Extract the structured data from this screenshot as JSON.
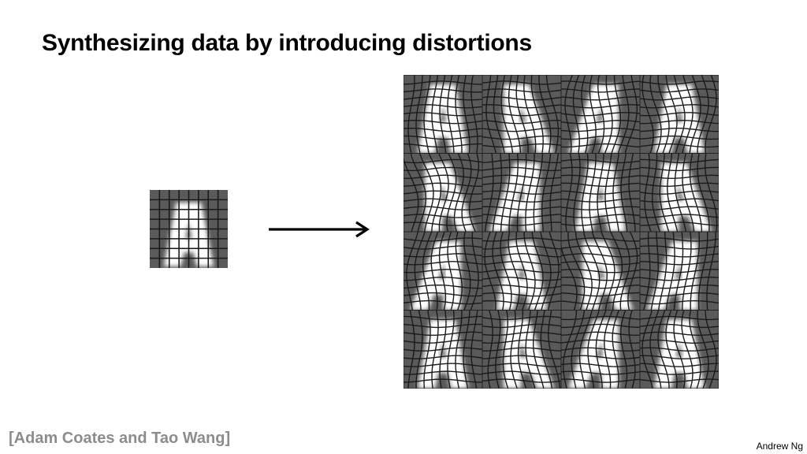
{
  "slide": {
    "title": "Synthesizing data by introducing distortions",
    "credit": "[Adam Coates and Tao Wang]",
    "author": "Andrew Ng"
  },
  "figure": {
    "original_letter": "A",
    "distorted_grid": {
      "rows": 4,
      "cols": 4
    },
    "colors": {
      "background": "#5a5a5a",
      "letter": "#ffffff",
      "grid": "#1a1a1a",
      "arrow": "#000000"
    }
  }
}
